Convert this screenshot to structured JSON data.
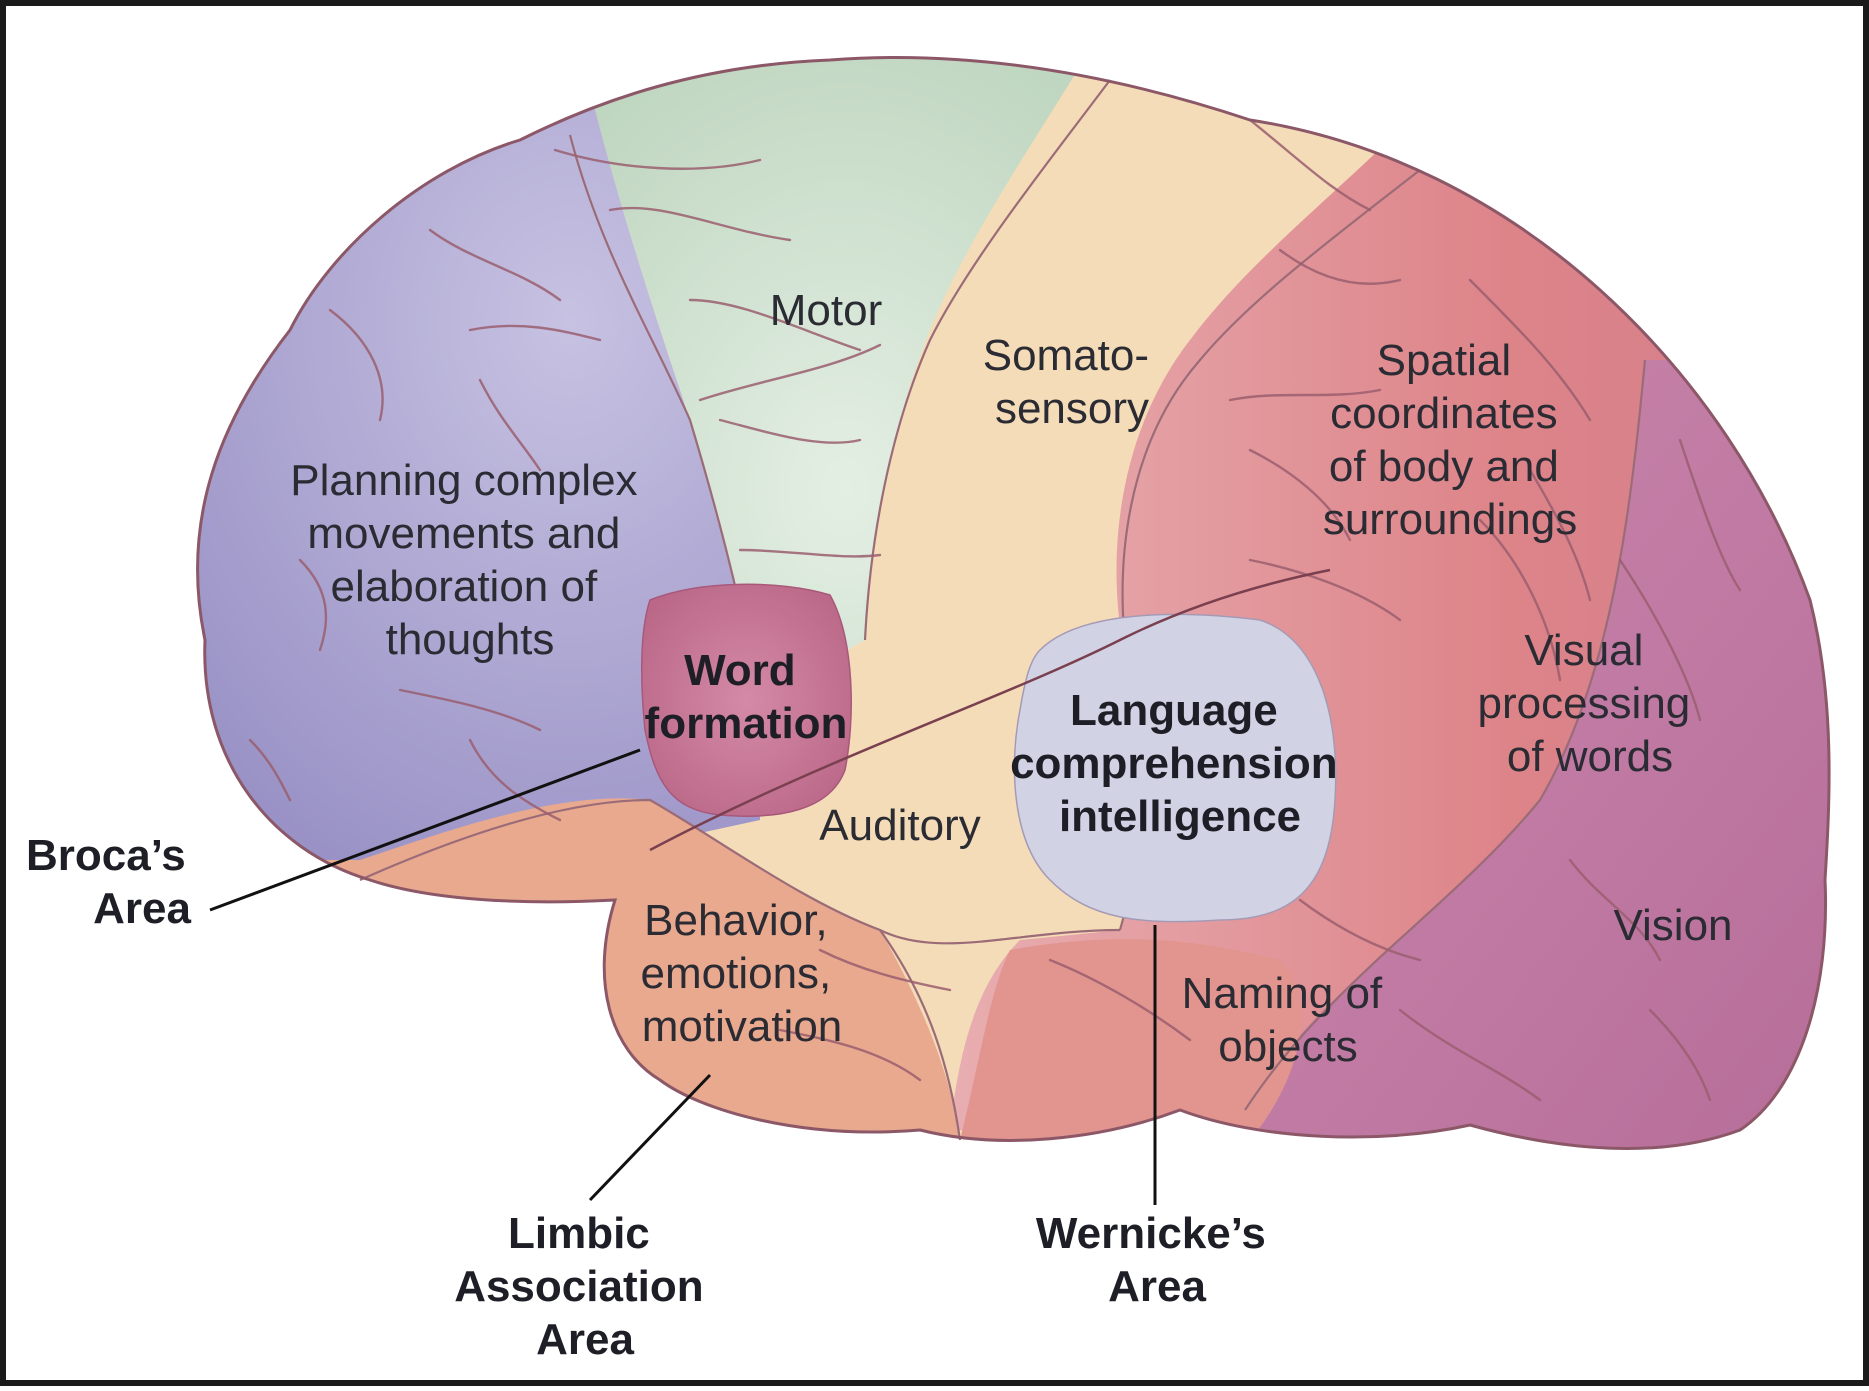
{
  "colors": {
    "frontal": "#9a92c4",
    "motor": "#cfe2cf",
    "somatosensory": "#f4dcb8",
    "parietal": "#e08a8f",
    "occipital": "#c27aa4",
    "temporal": "#e9a98e",
    "word_formation": "#c77592",
    "wernicke_core": "#d1d3e4",
    "outline": "#8c5868",
    "leader": "#111111"
  },
  "regions": {
    "planning": [
      "Planning complex",
      "movements and",
      "elaboration of",
      "thoughts"
    ],
    "motor": [
      "Motor"
    ],
    "somatosensory": [
      "Somato-",
      "sensory"
    ],
    "spatial": [
      "Spatial",
      "coordinates",
      "of body and",
      "surroundings"
    ],
    "word_formation": [
      "Word",
      "formation"
    ],
    "language": [
      "Language",
      "comprehension",
      "intelligence"
    ],
    "visual_words": [
      "Visual",
      "processing",
      "of words"
    ],
    "auditory": [
      "Auditory"
    ],
    "behavior": [
      "Behavior,",
      "emotions,",
      "motivation"
    ],
    "vision": [
      "Vision"
    ],
    "naming": [
      "Naming of",
      "objects"
    ]
  },
  "callouts": {
    "broca": [
      "Broca’s",
      "Area"
    ],
    "limbic": [
      "Limbic",
      "Association",
      "Area"
    ],
    "wernicke": [
      "Wernicke’s",
      "Area"
    ]
  }
}
